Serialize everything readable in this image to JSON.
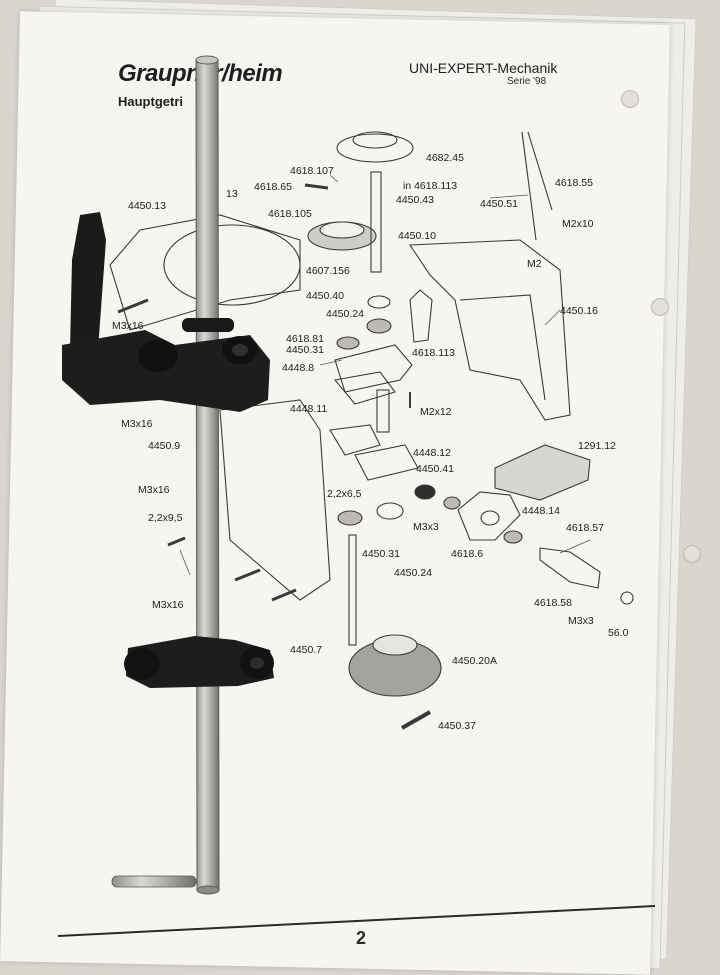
{
  "sheet": {
    "brand": "Graupner/heim",
    "subtitle": "Hauptgetri",
    "model": "UNI-EXPERT-Mechanik",
    "series": "Serie '98",
    "page_number": "2"
  },
  "part_labels": {
    "p4618_107": "4618.107",
    "p4618_65": "4618.65",
    "p4618_105": "4618.105",
    "p4682_45": "4682.45",
    "p4618_113_in": "in 4618.113",
    "p4450_43": "4450.43",
    "p4618_55": "4618.55",
    "p4450_51": "4450.51",
    "m2x10": "M2x10",
    "p4450_13": "4450.13",
    "p13": "13",
    "p4450_10": "4450.10",
    "m2": "M2",
    "p4607_156": "4607.156",
    "p4450_40": "4450.40",
    "p4450_24_a": "4450.24",
    "p4450_16": "4450.16",
    "m3x16_a": "M3x16",
    "p4618_81": "4618.81",
    "p4450_31_a": "4450.31",
    "p4618_113": "4618.113",
    "p4448_8": "4448.8",
    "m3x16_b": "M3x16",
    "p4448_11": "4448.11",
    "m2x12": "M2x12",
    "p4450_9": "4450.9",
    "p1291_12": "1291.12",
    "p4448_12": "4448.12",
    "p4450_41": "4450.41",
    "m3x16_c": "M3x16",
    "p2_2x6_5": "2,2x6,5",
    "p4448_14": "4448.14",
    "p2_2x9_5": "2,2x9,5",
    "m3x3_a": "M3x3",
    "p4618_57": "4618.57",
    "p4450_31_b": "4450.31",
    "p4618_6": "4618.6",
    "p4450_24_b": "4450.24",
    "m3x16_d": "M3x16",
    "p4618_58": "4618.58",
    "m3x3_b": "M3x3",
    "p56_0": "56.0",
    "p4450_7": "4450.7",
    "p4450_20a": "4450.20A",
    "p4450_37": "4450.37"
  },
  "colors": {
    "paper": "#f6f5f2",
    "ink": "#202020",
    "shaft": "#a9a9a7",
    "plastic": "#1a1a1a"
  }
}
